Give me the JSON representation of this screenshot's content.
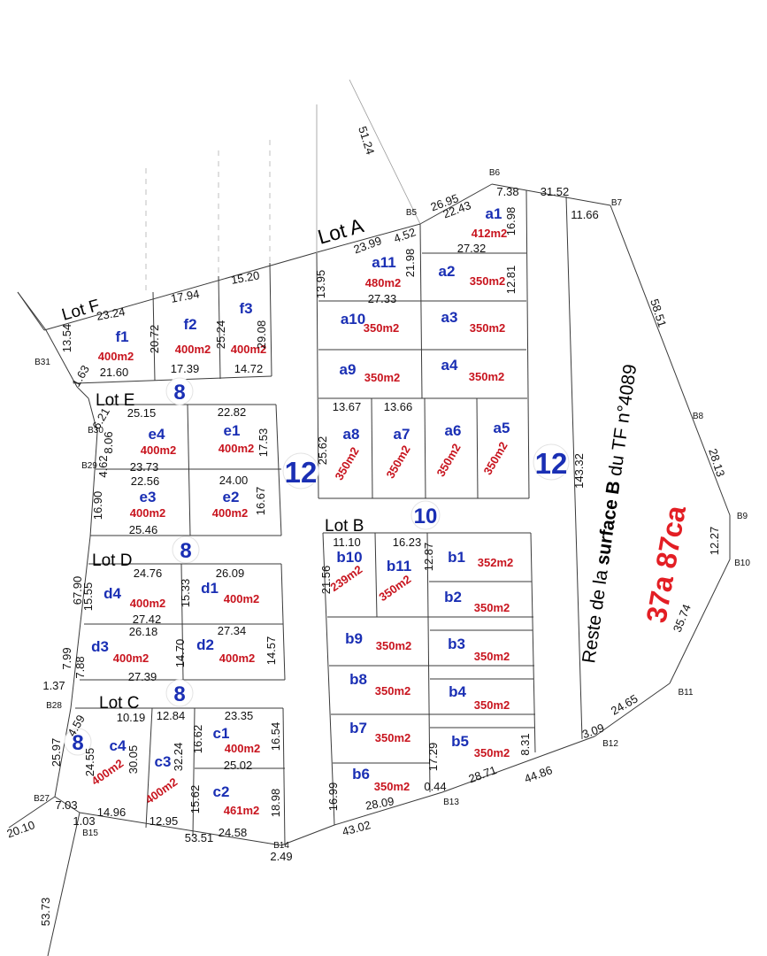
{
  "lots": [
    {
      "id": "lot-a",
      "label": "Lot A"
    },
    {
      "id": "lot-b",
      "label": "Lot B"
    },
    {
      "id": "lot-c",
      "label": "Lot C"
    },
    {
      "id": "lot-d",
      "label": "Lot D"
    },
    {
      "id": "lot-e",
      "label": "Lot E"
    },
    {
      "id": "lot-f",
      "label": "Lot F"
    }
  ],
  "plots": [
    {
      "id": "a1",
      "area": "412m2"
    },
    {
      "id": "a2",
      "area": "350m2"
    },
    {
      "id": "a3",
      "area": "350m2"
    },
    {
      "id": "a4",
      "area": "350m2"
    },
    {
      "id": "a5",
      "area": "350m2"
    },
    {
      "id": "a6",
      "area": "350m2"
    },
    {
      "id": "a7",
      "area": "350m2"
    },
    {
      "id": "a8",
      "area": "350m2"
    },
    {
      "id": "a9",
      "area": "350m2"
    },
    {
      "id": "a10",
      "area": "350m2"
    },
    {
      "id": "a11",
      "area": "480m2"
    },
    {
      "id": "b1",
      "area": "352m2"
    },
    {
      "id": "b2",
      "area": "350m2"
    },
    {
      "id": "b3",
      "area": "350m2"
    },
    {
      "id": "b4",
      "area": "350m2"
    },
    {
      "id": "b5",
      "area": "350m2"
    },
    {
      "id": "b6",
      "area": "350m2"
    },
    {
      "id": "b7",
      "area": "350m2"
    },
    {
      "id": "b8",
      "area": "350m2"
    },
    {
      "id": "b9",
      "area": "350m2"
    },
    {
      "id": "b10",
      "area": "239m2"
    },
    {
      "id": "b11",
      "area": "350m2"
    },
    {
      "id": "c1",
      "area": "400m2"
    },
    {
      "id": "c2",
      "area": "461m2"
    },
    {
      "id": "c3",
      "area": "400m2"
    },
    {
      "id": "c4",
      "area": "400m2"
    },
    {
      "id": "d1",
      "area": "400m2"
    },
    {
      "id": "d2",
      "area": "400m2"
    },
    {
      "id": "d3",
      "area": "400m2"
    },
    {
      "id": "d4",
      "area": "400m2"
    },
    {
      "id": "e1",
      "area": "400m2"
    },
    {
      "id": "e2",
      "area": "400m2"
    },
    {
      "id": "e3",
      "area": "400m2"
    },
    {
      "id": "e4",
      "area": "400m2"
    },
    {
      "id": "f1",
      "area": "400m2"
    },
    {
      "id": "f2",
      "area": "400m2"
    },
    {
      "id": "f3",
      "area": "400m2"
    }
  ],
  "road_widths": [
    "12",
    "12",
    "10",
    "8",
    "8",
    "8",
    "8"
  ],
  "boundary_points": [
    "B5",
    "B6",
    "B7",
    "B8",
    "B9",
    "B10",
    "B11",
    "B12",
    "B13",
    "B14",
    "B15",
    "B27",
    "B28",
    "B29",
    "B30",
    "B31"
  ],
  "dimensions": [
    "51.24",
    "26.95",
    "22.43",
    "7.38",
    "31.52",
    "11.66",
    "58.51",
    "28.13",
    "12.27",
    "35.74",
    "24.65",
    "3.09",
    "44.86",
    "28.71",
    "0.44",
    "43.02",
    "2.49",
    "53.51",
    "53.73",
    "20.10",
    "7.03",
    "1.03",
    "25.97",
    "1.37",
    "4.52",
    "23.99",
    "21.98",
    "27.32",
    "16.98",
    "12.81",
    "13.95",
    "27.33",
    "13.67",
    "13.66",
    "25.62",
    "17.94",
    "15.20",
    "23.24",
    "20.72",
    "25.24",
    "29.08",
    "13.54",
    "1.63",
    "21.60",
    "17.39",
    "14.72",
    "25.15",
    "22.82",
    "17.53",
    "8.06",
    "6.21",
    "4.62",
    "16.90",
    "23.73",
    "22.56",
    "24.00",
    "16.67",
    "25.46",
    "24.76",
    "26.09",
    "67.90",
    "15.55",
    "15.33",
    "27.42",
    "26.18",
    "27.34",
    "14.70",
    "14.57",
    "7.99",
    "7.88",
    "27.39",
    "10.19",
    "12.84",
    "23.35",
    "4.59",
    "16.62",
    "16.54",
    "24.55",
    "30.05",
    "32.24",
    "25.02",
    "15.62",
    "18.98",
    "14.96",
    "12.95",
    "24.58",
    "11.10",
    "16.23",
    "21.56",
    "12.87",
    "17.29",
    "8.31",
    "16.99",
    "28.09",
    "143.32"
  ],
  "reste": {
    "prefix": "Reste de la ",
    "bold_word": "surface B",
    "suffix": " du TF n°4089",
    "area": "37a 87ca"
  },
  "colors": {
    "plot_label": "#1a2fb4",
    "plot_area": "#c8141e",
    "total_area": "#e31e24",
    "line": "#3a3a3a"
  }
}
